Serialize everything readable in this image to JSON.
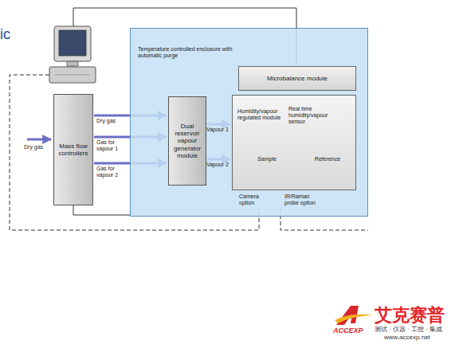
{
  "diagram": {
    "nodes": [
      {
        "text": [
          "Mass flow controllers"
        ]
      },
      {
        "text": [
          "Temperature controlled enclosure with automatic purge"
        ]
      },
      {
        "text": [
          "Dual reservoir vapour generator module"
        ],
        "in": 1
      },
      {
        "text": [
          "Microbalance module"
        ],
        "in": 1
      },
      {
        "text": [
          "Humidity/vapour regulated module"
        ],
        "in": 1
      }
    ],
    "edges": [
      {
        "from": 0,
        "to": 2,
        "label": "Dry gas",
        "arrow": "to"
      },
      {
        "from": 0,
        "to": 2,
        "label": "Gas for vapour 1",
        "arrow": "to"
      },
      {
        "from": 0,
        "to": 2,
        "label": "Gas for vapour 2",
        "arrow": "to"
      },
      {
        "from": 2,
        "to": 4,
        "label": "Vapour 1",
        "arrow": "to"
      },
      {
        "from": 2,
        "to": 4,
        "label": "Vapour 2",
        "arrow": "to"
      }
    ],
    "labels": [
      "ic",
      "Dry gas",
      "Real time humidity/vapour sensor",
      "Sample",
      "Reference",
      "Camera option",
      "IR/Raman probe option",
      "ACCEXP",
      "艾克赛普",
      "测试 · 仪器 · 工控 · 集成",
      "www.accexp.net"
    ]
  }
}
